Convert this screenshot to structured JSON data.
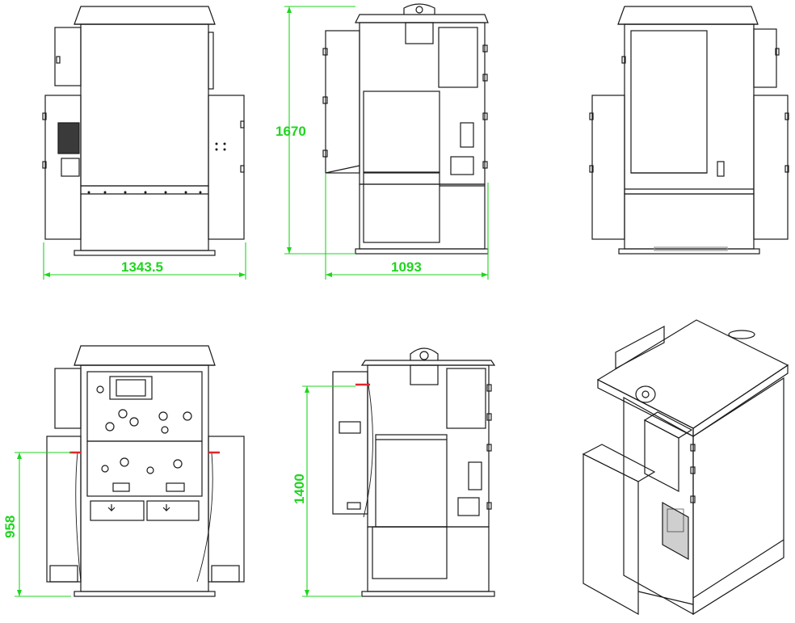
{
  "drawing": {
    "views": [
      {
        "id": "front",
        "label": "front-view"
      },
      {
        "id": "side",
        "label": "side-view"
      },
      {
        "id": "rear",
        "label": "rear-view"
      },
      {
        "id": "front_open",
        "label": "front-view-open"
      },
      {
        "id": "side_open",
        "label": "side-view-open"
      },
      {
        "id": "iso",
        "label": "isometric-view"
      }
    ],
    "dimensions": {
      "front_width": "1343.5",
      "height": "1670",
      "side_width": "1093",
      "inner_height": "958",
      "door_height": "1400"
    },
    "colors": {
      "line": "#1a1a1a",
      "dimension": "#1fd51f",
      "accent": "#e0262b",
      "fill": "#ffffff"
    }
  }
}
